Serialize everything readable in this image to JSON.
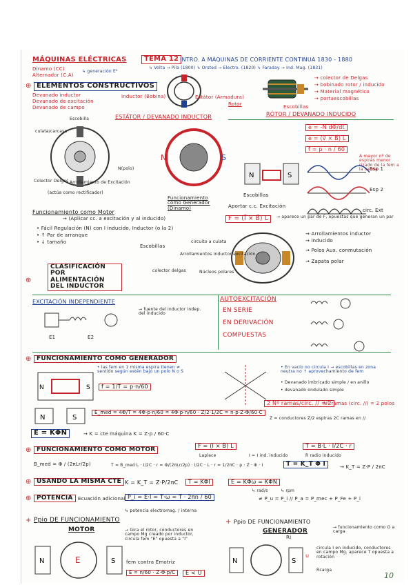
{
  "header": {
    "title": "MÁQUINAS ELÉCTRICAS",
    "tema": "TEMA 12",
    "tema_rest": "INTRO. A MÁQUINAS DE CORRIENTE CONTINUA 1830 - 1880",
    "history_line": "↳ Volta → Pila (1800)  ↳ Orsted → Electro. (1820)  ↳ Faraday → Ind. Mag. (1831)",
    "dinamo": "Dinamo (CC)",
    "alternador": "Alternador (C.A)",
    "generacion": "↳ generación E²"
  },
  "sec_elementos": {
    "title": "ELEMENTOS CONSTRUCTIVOS",
    "items": [
      "Devanado inductor",
      "Devanado de excitación",
      "Devanado de campo"
    ],
    "inductor": "Inductor (Bobina)",
    "estator_label": "Estátor (Armadura)",
    "rotor_label": "Rotor",
    "escobillas": "Escobillas",
    "colector_delgas": "→ colector de Delgas",
    "bobinado": "→ bobinado rotor / inducido",
    "material": "→ Material magnético",
    "portaescobillas": "→ portaescobillas"
  },
  "sec_estator": {
    "title": "ESTÁTOR / DEVANADO INDUCTOR",
    "escobilla": "Escobilla",
    "culata": "culata/carcasa",
    "polos": "N(polo)",
    "colector": "Colector Delgas",
    "arrollamiento": "Arrollamiento de Excitación",
    "actua": "(actúa como rectificador)"
  },
  "sec_rotor": {
    "title": "RÓTOR / DEVANADO INDUCIDO",
    "formula1": "e = -N dΦ/dt",
    "formula2": "e = (v⃗ × B⃗) L",
    "formula3": "f = p · n / 60",
    "note": "A mayor nº de espiras menor rizado de la fem a la salida",
    "esp1": "Esp 1",
    "esp2": "Esp 2",
    "circ": "circ. Ext",
    "funcionamiento_gen": "Funcionamiento como Generador (Dinamo)",
    "aportar": "Aportar c.c. Excitación",
    "escobillas": "Escobillas"
  },
  "sec_motor_intro": {
    "title": "Funcionamiento como Motor",
    "desc": "→ (Aplicar cc. a excitación y al inducido)",
    "formula": "F = (I⃗ × B⃗) L",
    "note": "→ aparece un par de F, opuestas que generan un par",
    "b1": "• Fácil Regulación (N) con I inducido, Inductor (o la 2)",
    "b2": "• ↑ Par de arranque",
    "b3": "• ↓ tamaño",
    "arrollamiento_ind": "→ Arrollamientos inductor",
    "inducido": "→ inducido",
    "polos_aux": "→ Polos Aux. conmutación",
    "zapata": "→ Zapata polar",
    "escobillas": "Escobillas",
    "circuito": "circuito a culata",
    "arrollamientos": "Arrollamientos inductor/excitación",
    "colector": "colector delgas",
    "nucleos": "Núcleos polares"
  },
  "sec_clasificacion": {
    "title": "CLASIFICACIÓN POR ALIMENTACIÓN DEL INDUCTOR",
    "indep": "EXCITACIÓN INDEPENDIENTE",
    "fuente": "→ fuente del inductor indep. del inducido",
    "e1": "E1",
    "e2": "E2",
    "autoexc": "AUTOEXCITACIÓN",
    "serie": "EN SERIE",
    "derivacion": "EN DERIVACIÓN",
    "compuestas": "COMPUESTAS"
  },
  "sec_generador": {
    "title": "FUNCIONAMIENTO COMO GENERADOR",
    "note1": "• las fem en 1 misma espira tienen ≠ sentido según estén bajo un polo N o S",
    "formula_f": "f = 1/T = p·n/60",
    "note2": "• En vacío no circula I → escobillas en zona neutra no ↑ aprovechamiento de fem",
    "note3": "• Devanado imbricado simple / en anillo",
    "note4": "• devanado ondulado simple",
    "emed": "E_med = 4Φ/T = 4Φ·p·n/60 = 4Φ·p·n/60 · Z/2·1/2C = n·p·Z·Φ/60·C",
    "ramas": "2 Nº ramas/circ. // = 2",
    "ramas2": "Nº ramas (circ. //) = 2 polos",
    "conductores": "Z = conductores  Z/2 espiras  2C ramas en //",
    "ekphi": "E = KΦN",
    "kcte": "→ K = cte máquina  K = Z·p / 60·C"
  },
  "sec_motor": {
    "title": "FUNCIONAMIENTO COMO MOTOR",
    "f_formula": "F = (I × B) L",
    "laplace": "Laplace",
    "i_label": "I = I ind. inducido",
    "t_formula": "T = B·L · I/2C · r",
    "r_label": "R radio inducido",
    "bmed": "B_med = Φ / (2πLr/2p)",
    "t_full": "T = B_med L · I/2C · r = Φ/(2πLr/2p) · I/2C · L · r = 1/2πC · p · Z · Φ · I",
    "t_short": "T = K_T Φ I",
    "kt": "→ K_T = Z·P / 2πC"
  },
  "sec_misma_cte": {
    "title": "USANDO LA MISMA CTE",
    "k_eq": "K = K_T = Z·P/2πC",
    "t_eq": "T = KΦI",
    "e_eq": "E = KΦω = KΦN",
    "rads": "↳ rad/s",
    "rpm": "↳ rpm"
  },
  "sec_potencia": {
    "title": "POTENCIA",
    "subtitle": "Ecuación adicional",
    "pi_formula": "P_i = E·I = T·ω = T · 2πn / 60",
    "pu": "≠ P_u = P_i // P_a = P_mec + P_Fe + P_i",
    "note": "↳ potencia electromag. / interna"
  },
  "sec_funcionamiento": {
    "title": "Ppio DE FUNCIONAMIENTO",
    "motor": "MOTOR",
    "motor_note": "→ Gira el rotor, conductores en campo Mg creado por inductor, circula fem \"E\" opuesta a \"I\"",
    "fem_contra": "fem contra Emotriz",
    "formula": "E = n/60 · Z·Φ·p/C",
    "e_less": "E < U",
    "gen_title": "Ppio DE FUNCIONAMIENTO",
    "generador": "GENERADOR",
    "gen_note": "→ funcionamiento como G a carga",
    "gen_desc": "circula I en inducido, conductores en campo Mg, aparece T opuesta a rotación",
    "rcarga": "Rcarga",
    "ri": "Ri",
    "u": "u",
    "page_number": "10"
  }
}
